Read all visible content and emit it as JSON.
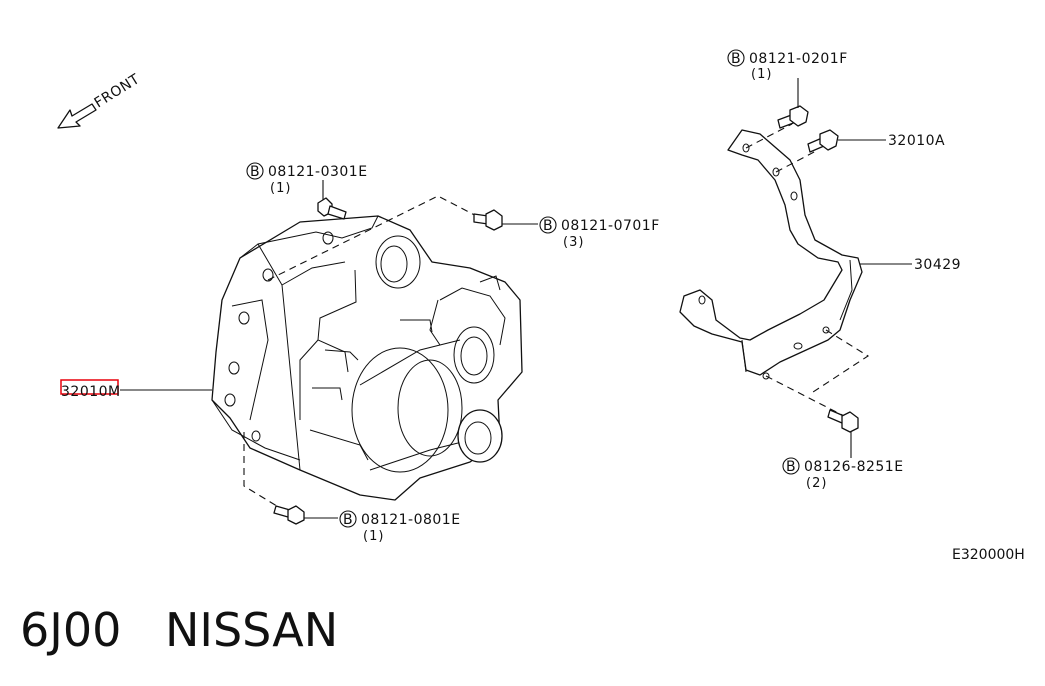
{
  "front_label": "FRONT",
  "catalog_code": "E320000H",
  "model_code": "6J00",
  "brand": "NISSAN",
  "bolt_symbol": "B",
  "callouts": {
    "bolt_0301e": {
      "part": "08121-0301E",
      "qty": "(1)"
    },
    "bolt_0701f": {
      "part": "08121-0701F",
      "qty": "(3)"
    },
    "bolt_0801e": {
      "part": "08121-0801E",
      "qty": "(1)"
    },
    "bolt_0201f": {
      "part": "08121-0201F",
      "qty": "(1)"
    },
    "bolt_8251e": {
      "part": "08126-8251E",
      "qty": "(2)"
    },
    "transmission": {
      "part": "32010M"
    },
    "bolt_32010a": {
      "part": "32010A"
    },
    "bracket": {
      "part": "30429"
    }
  },
  "highlight_color": "#e8000b"
}
